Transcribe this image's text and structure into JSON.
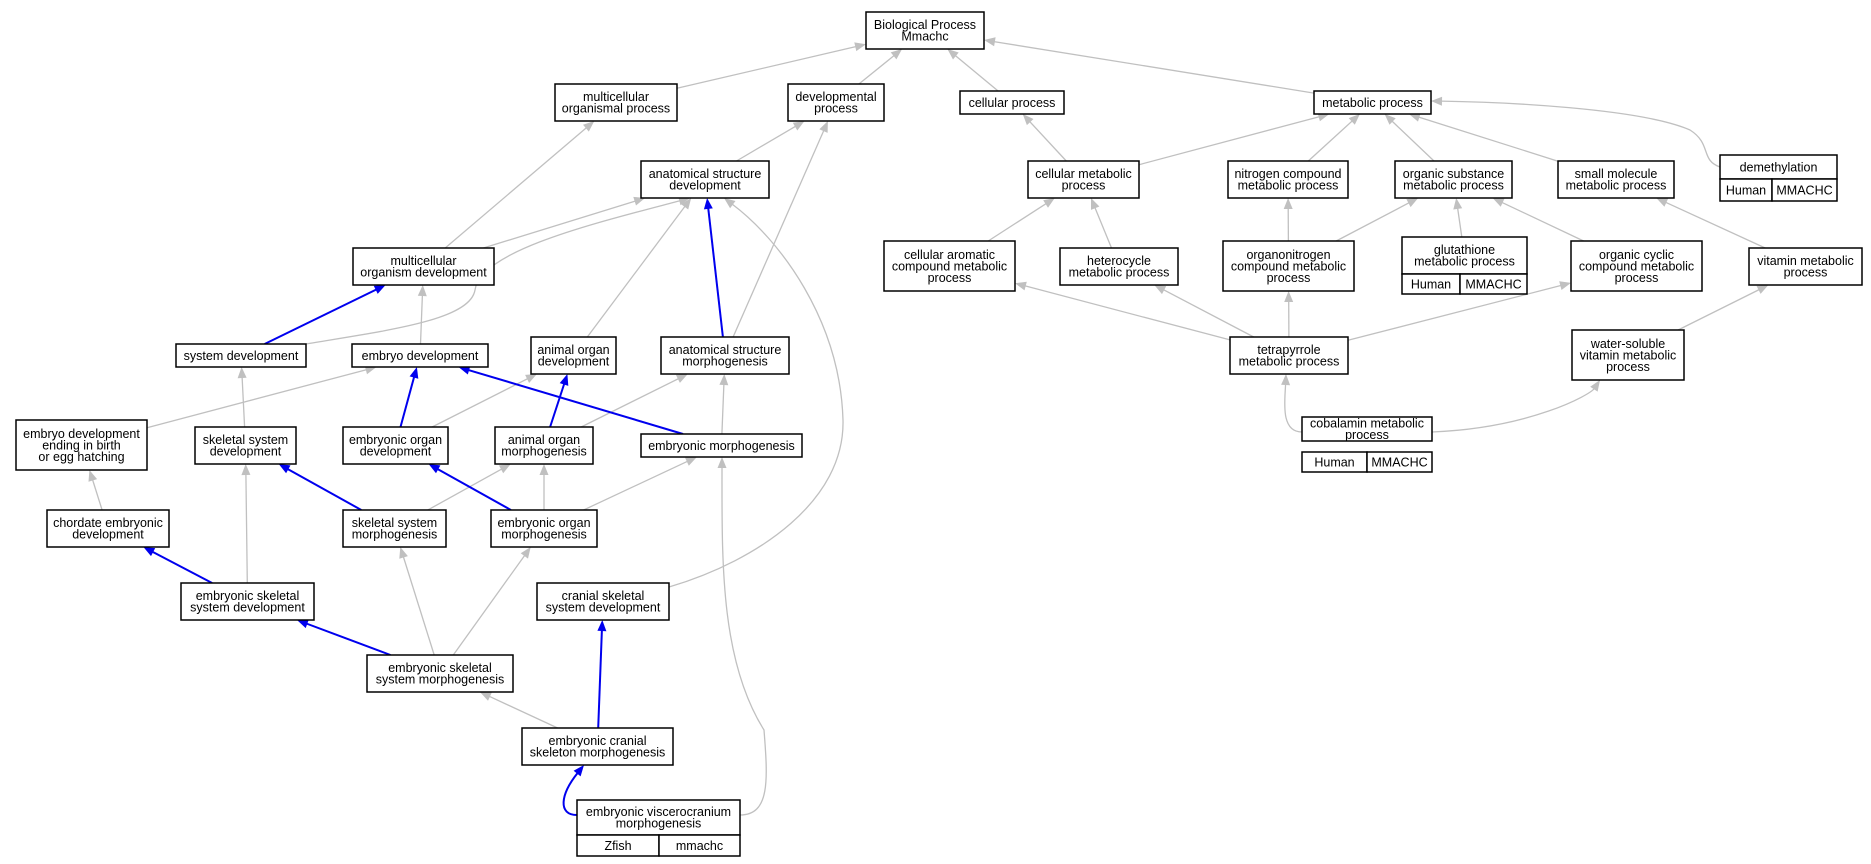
{
  "colors": {
    "gray_edge": "#c0c0c0",
    "blue_edge": "#0000ee",
    "human_fill": "#f4634a",
    "zfish_fill": "#6495ed"
  },
  "nodes": {
    "bp_root": [
      "Biological Process",
      "Mmachc"
    ],
    "multicellular_organismal_process": [
      "multicellular",
      "organismal process"
    ],
    "developmental_process": [
      "developmental",
      "process"
    ],
    "cellular_process": [
      "cellular process"
    ],
    "metabolic_process": [
      "metabolic process"
    ],
    "anatomical_structure_development": [
      "anatomical structure",
      "development"
    ],
    "cellular_metabolic_process": [
      "cellular metabolic",
      "process"
    ],
    "nitrogen_compound_metabolic_process": [
      "nitrogen compound",
      "metabolic process"
    ],
    "organic_substance_metabolic_process": [
      "organic substance",
      "metabolic process"
    ],
    "small_molecule_metabolic_process": [
      "small molecule",
      "metabolic process"
    ],
    "demethylation": [
      "demethylation"
    ],
    "multicellular_organism_development": [
      "multicellular",
      "organism development"
    ],
    "cellular_aromatic_compound_metabolic_process": [
      "cellular aromatic",
      "compound metabolic",
      "process"
    ],
    "heterocycle_metabolic_process": [
      "heterocycle",
      "metabolic process"
    ],
    "organonitrogen_compound_metabolic_process": [
      "organonitrogen",
      "compound metabolic",
      "process"
    ],
    "glutathione_metabolic_process": [
      "glutathione",
      "metabolic process"
    ],
    "organic_cyclic_compound_metabolic_process": [
      "organic cyclic",
      "compound metabolic",
      "process"
    ],
    "vitamin_metabolic_process": [
      "vitamin metabolic",
      "process"
    ],
    "system_development": [
      "system development"
    ],
    "embryo_development": [
      "embryo development"
    ],
    "animal_organ_development": [
      "animal organ",
      "development"
    ],
    "anatomical_structure_morphogenesis": [
      "anatomical structure",
      "morphogenesis"
    ],
    "tetrapyrrole_metabolic_process": [
      "tetrapyrrole",
      "metabolic process"
    ],
    "water_soluble_vitamin_metabolic_process": [
      "water-soluble",
      "vitamin metabolic",
      "process"
    ],
    "embryo_development_ending_in_birth": [
      "embryo development",
      "ending in birth",
      "or egg hatching"
    ],
    "skeletal_system_development": [
      "skeletal system",
      "development"
    ],
    "embryonic_organ_development": [
      "embryonic organ",
      "development"
    ],
    "animal_organ_morphogenesis": [
      "animal organ",
      "morphogenesis"
    ],
    "embryonic_morphogenesis": [
      "embryonic morphogenesis"
    ],
    "cobalamin_metabolic_process": [
      "cobalamin metabolic",
      "process"
    ],
    "chordate_embryonic_development": [
      "chordate embryonic",
      "development"
    ],
    "skeletal_system_morphogenesis": [
      "skeletal system",
      "morphogenesis"
    ],
    "embryonic_organ_morphogenesis": [
      "embryonic organ",
      "morphogenesis"
    ],
    "embryonic_skeletal_system_development": [
      "embryonic skeletal",
      "system development"
    ],
    "cranial_skeletal_system_development": [
      "cranial skeletal",
      "system development"
    ],
    "embryonic_skeletal_system_morphogenesis": [
      "embryonic skeletal",
      "system morphogenesis"
    ],
    "embryonic_cranial_skeleton_morphogenesis": [
      "embryonic cranial",
      "skeleton morphogenesis"
    ],
    "embryonic_viscerocranium_morphogenesis": [
      "embryonic viscerocranium",
      "morphogenesis"
    ]
  },
  "annotations": {
    "demethylation": {
      "species": "Human",
      "gene": "MMACHC",
      "color": "#f4634a"
    },
    "glutathione_metabolic_process": {
      "species": "Human",
      "gene": "MMACHC",
      "color": "#f4634a"
    },
    "cobalamin_metabolic_process": {
      "species": "Human",
      "gene": "MMACHC",
      "color": "#f4634a"
    },
    "embryonic_viscerocranium_morphogenesis": {
      "species": "Zfish",
      "gene": "mmachc",
      "color": "#6495ed"
    }
  },
  "edges": [
    {
      "from": "multicellular_organismal_process",
      "to": "bp_root",
      "kind": "gray"
    },
    {
      "from": "developmental_process",
      "to": "bp_root",
      "kind": "gray"
    },
    {
      "from": "cellular_process",
      "to": "bp_root",
      "kind": "gray"
    },
    {
      "from": "metabolic_process",
      "to": "bp_root",
      "kind": "gray"
    },
    {
      "from": "anatomical_structure_development",
      "to": "developmental_process",
      "kind": "gray"
    },
    {
      "from": "cellular_metabolic_process",
      "to": "cellular_process",
      "kind": "gray"
    },
    {
      "from": "cellular_metabolic_process",
      "to": "metabolic_process",
      "kind": "gray"
    },
    {
      "from": "nitrogen_compound_metabolic_process",
      "to": "metabolic_process",
      "kind": "gray"
    },
    {
      "from": "organic_substance_metabolic_process",
      "to": "metabolic_process",
      "kind": "gray"
    },
    {
      "from": "small_molecule_metabolic_process",
      "to": "metabolic_process",
      "kind": "gray"
    },
    {
      "from": "demethylation",
      "to": "metabolic_process",
      "kind": "gray"
    },
    {
      "from": "multicellular_organism_development",
      "to": "multicellular_organismal_process",
      "kind": "gray"
    },
    {
      "from": "multicellular_organism_development",
      "to": "anatomical_structure_development",
      "kind": "gray"
    },
    {
      "from": "cellular_aromatic_compound_metabolic_process",
      "to": "cellular_metabolic_process",
      "kind": "gray"
    },
    {
      "from": "heterocycle_metabolic_process",
      "to": "cellular_metabolic_process",
      "kind": "gray"
    },
    {
      "from": "organonitrogen_compound_metabolic_process",
      "to": "nitrogen_compound_metabolic_process",
      "kind": "gray"
    },
    {
      "from": "organonitrogen_compound_metabolic_process",
      "to": "organic_substance_metabolic_process",
      "kind": "gray"
    },
    {
      "from": "glutathione_metabolic_process",
      "to": "organic_substance_metabolic_process",
      "kind": "gray"
    },
    {
      "from": "organic_cyclic_compound_metabolic_process",
      "to": "organic_substance_metabolic_process",
      "kind": "gray"
    },
    {
      "from": "vitamin_metabolic_process",
      "to": "small_molecule_metabolic_process",
      "kind": "gray"
    },
    {
      "from": "system_development",
      "to": "multicellular_organism_development",
      "kind": "blue"
    },
    {
      "from": "system_development",
      "to": "anatomical_structure_development",
      "kind": "gray"
    },
    {
      "from": "embryo_development",
      "to": "multicellular_organism_development",
      "kind": "gray"
    },
    {
      "from": "animal_organ_development",
      "to": "anatomical_structure_development",
      "kind": "gray"
    },
    {
      "from": "anatomical_structure_morphogenesis",
      "to": "anatomical_structure_development",
      "kind": "blue"
    },
    {
      "from": "anatomical_structure_morphogenesis",
      "to": "developmental_process",
      "kind": "gray"
    },
    {
      "from": "tetrapyrrole_metabolic_process",
      "to": "cellular_aromatic_compound_metabolic_process",
      "kind": "gray"
    },
    {
      "from": "tetrapyrrole_metabolic_process",
      "to": "heterocycle_metabolic_process",
      "kind": "gray"
    },
    {
      "from": "tetrapyrrole_metabolic_process",
      "to": "organonitrogen_compound_metabolic_process",
      "kind": "gray"
    },
    {
      "from": "tetrapyrrole_metabolic_process",
      "to": "organic_cyclic_compound_metabolic_process",
      "kind": "gray"
    },
    {
      "from": "water_soluble_vitamin_metabolic_process",
      "to": "vitamin_metabolic_process",
      "kind": "gray"
    },
    {
      "from": "embryo_development_ending_in_birth",
      "to": "embryo_development",
      "kind": "gray"
    },
    {
      "from": "skeletal_system_development",
      "to": "system_development",
      "kind": "gray"
    },
    {
      "from": "embryonic_organ_development",
      "to": "embryo_development",
      "kind": "blue"
    },
    {
      "from": "embryonic_organ_development",
      "to": "animal_organ_development",
      "kind": "gray"
    },
    {
      "from": "animal_organ_morphogenesis",
      "to": "animal_organ_development",
      "kind": "blue"
    },
    {
      "from": "animal_organ_morphogenesis",
      "to": "anatomical_structure_morphogenesis",
      "kind": "gray"
    },
    {
      "from": "embryonic_morphogenesis",
      "to": "embryo_development",
      "kind": "blue"
    },
    {
      "from": "embryonic_morphogenesis",
      "to": "anatomical_structure_morphogenesis",
      "kind": "gray"
    },
    {
      "from": "cobalamin_metabolic_process",
      "to": "tetrapyrrole_metabolic_process",
      "kind": "gray"
    },
    {
      "from": "cobalamin_metabolic_process",
      "to": "water_soluble_vitamin_metabolic_process",
      "kind": "gray"
    },
    {
      "from": "chordate_embryonic_development",
      "to": "embryo_development_ending_in_birth",
      "kind": "gray"
    },
    {
      "from": "skeletal_system_morphogenesis",
      "to": "skeletal_system_development",
      "kind": "blue"
    },
    {
      "from": "skeletal_system_morphogenesis",
      "to": "animal_organ_morphogenesis",
      "kind": "gray"
    },
    {
      "from": "embryonic_organ_morphogenesis",
      "to": "embryonic_organ_development",
      "kind": "blue"
    },
    {
      "from": "embryonic_organ_morphogenesis",
      "to": "animal_organ_morphogenesis",
      "kind": "gray"
    },
    {
      "from": "embryonic_organ_morphogenesis",
      "to": "embryonic_morphogenesis",
      "kind": "gray"
    },
    {
      "from": "embryonic_skeletal_system_development",
      "to": "chordate_embryonic_development",
      "kind": "blue"
    },
    {
      "from": "embryonic_skeletal_system_development",
      "to": "skeletal_system_development",
      "kind": "gray"
    },
    {
      "from": "cranial_skeletal_system_development",
      "to": "anatomical_structure_development",
      "kind": "gray"
    },
    {
      "from": "embryonic_skeletal_system_morphogenesis",
      "to": "embryonic_skeletal_system_development",
      "kind": "blue"
    },
    {
      "from": "embryonic_skeletal_system_morphogenesis",
      "to": "skeletal_system_morphogenesis",
      "kind": "gray"
    },
    {
      "from": "embryonic_skeletal_system_morphogenesis",
      "to": "embryonic_organ_morphogenesis",
      "kind": "gray"
    },
    {
      "from": "embryonic_cranial_skeleton_morphogenesis",
      "to": "cranial_skeletal_system_development",
      "kind": "blue"
    },
    {
      "from": "embryonic_cranial_skeleton_morphogenesis",
      "to": "embryonic_skeletal_system_morphogenesis",
      "kind": "gray"
    },
    {
      "from": "embryonic_viscerocranium_morphogenesis",
      "to": "embryonic_cranial_skeleton_morphogenesis",
      "kind": "blue"
    },
    {
      "from": "embryonic_viscerocranium_morphogenesis",
      "to": "embryonic_morphogenesis",
      "kind": "gray"
    }
  ]
}
